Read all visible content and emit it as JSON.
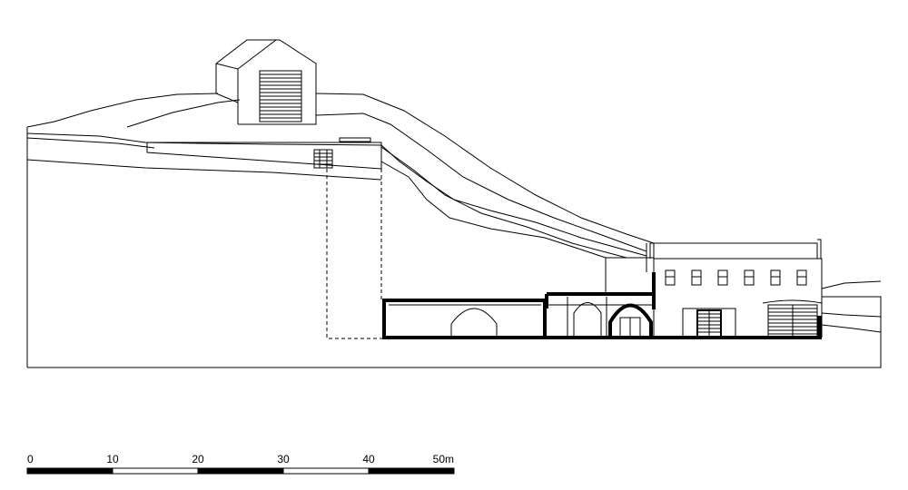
{
  "scale_bar": {
    "ticks": [
      {
        "label": "0",
        "value": 0
      },
      {
        "label": "10",
        "value": 10
      },
      {
        "label": "20",
        "value": 20
      },
      {
        "label": "30",
        "value": 30
      },
      {
        "label": "40",
        "value": 40
      },
      {
        "label": "50m",
        "value": 50
      }
    ],
    "segments": [
      {
        "from": 0,
        "to": 10,
        "fill": "#000000"
      },
      {
        "from": 10,
        "to": 20,
        "fill": "#ffffff"
      },
      {
        "from": 20,
        "to": 30,
        "fill": "#000000"
      },
      {
        "from": 30,
        "to": 40,
        "fill": "#ffffff"
      },
      {
        "from": 40,
        "to": 50,
        "fill": "#000000"
      }
    ]
  }
}
